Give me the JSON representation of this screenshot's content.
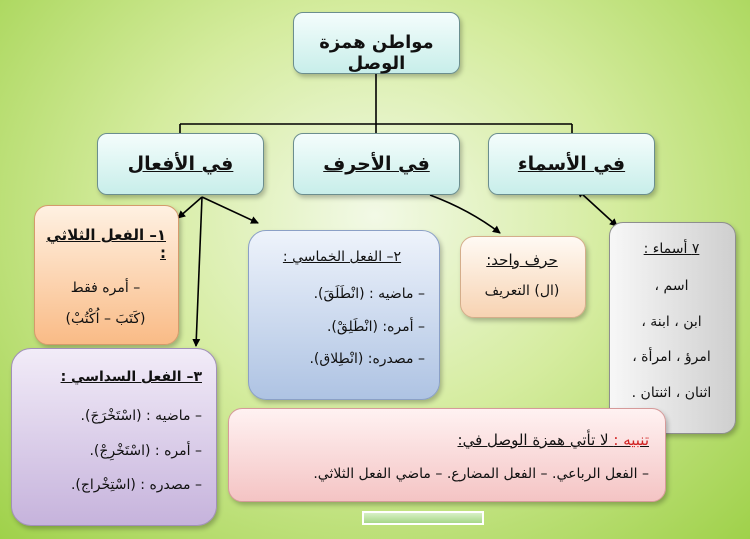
{
  "title": "مواطن همزة الوصل",
  "categories": {
    "nouns": "في الأسماء",
    "letters": "في الأحرف",
    "verbs": "في الأفعال"
  },
  "trilateral": {
    "heading": "١– الفعل الثلاثي :",
    "line1": "– أمره فقط",
    "line2": "(كَتَبَ – اُكْتُبْ)"
  },
  "quinquiliteral": {
    "heading": "٢– الفعل الخماسي :",
    "line1": "– ماضيه : (انْطَلَقَ).",
    "line2": "– أمره: (انْطَلِقْ).",
    "line3": "– مصدره: (انْطِلاق)."
  },
  "sextilateral": {
    "heading": "٣– الفعل السداسي :",
    "line1": "– ماضيه : (اسْتَخْرَجَ).",
    "line2": "– أمره : (اسْتَخْرِجْ).",
    "line3": "– مصدره : (اسْتِخْراج)."
  },
  "one_letter": {
    "heading": "حرف واحد:",
    "line1": "(ال) التعريف"
  },
  "seven_nouns": {
    "heading": "٧ أسماء :",
    "line1": "اسم ،",
    "line2": "ابن ، ابنة ،",
    "line3": "امرؤ ، امرأة ،",
    "line4": "اثنان ، اثنتان ."
  },
  "note": {
    "label": "تنبيه :",
    "text": "لا تأتي همزة الوصل في:",
    "line1": "– الفعل الرباعي. – الفعل المضارع. – ماضي الفعل الثلاثي."
  },
  "colors": {
    "note_label": "#d02020",
    "connector": "#000000"
  }
}
